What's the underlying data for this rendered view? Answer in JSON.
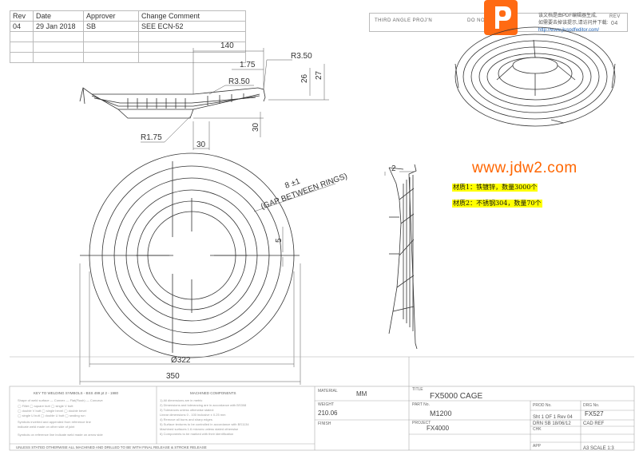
{
  "revision_table": {
    "headers": [
      "Rev",
      "Date",
      "Approver",
      "Change Comment"
    ],
    "row": [
      "04",
      "29 Jan 2018",
      "SB",
      "SEE ECN-52"
    ]
  },
  "projection_label": "THIRD ANGLE PROJ'N",
  "do_not_scale_label": "DO NOT SCALE",
  "corner_rev": "REV",
  "corner_rev_value": "04",
  "dims": {
    "d140": "140",
    "d175a": "1.75",
    "r350a": "R3.50",
    "r350b": "R3.50",
    "d26": "26",
    "d27": "27",
    "d30v": "30",
    "r175": "R1.75",
    "d30h": "30",
    "gap": "8 ±1",
    "gap_note": "(GAP BETWEEN RINGS)",
    "d5": "5",
    "d322": "Ø322",
    "d350": "350",
    "d2": "2"
  },
  "notes": {
    "material1": "材质1：铁镀锌，数量3000个",
    "material2": "材质2：不锈钢304，数量70个"
  },
  "watermark": "www.jdw2.com",
  "promo": {
    "line1": "该文档是由PDF编辑器生成,",
    "line2": "如需要去掉该提示,请访问并下载:",
    "url": "http://www.jiuspdfeditor.com/"
  },
  "title_block": {
    "weld_key_title": "KEY TO WELDING SYMBOLS - BSS 499 pt 2 - 1980",
    "machined_title": "MACHINED COMPONENTS",
    "material_label": "MATERIAL",
    "material_value": "MM",
    "weight_label": "WEIGHT",
    "weight_value": "210.06",
    "finish_label": "FINISH",
    "title_label": "TITLE",
    "title_value": "FX5000 CAGE",
    "part_label": "PART No.",
    "part_value": "M1200",
    "project_label": "PROJECT",
    "project_value": "FX4000",
    "prod_label": "PROD No.",
    "drg_label": "DRG No.",
    "drg_value": "FX527",
    "sheet_value": "Sht 1 OF 1  Rev 04",
    "drn_value": "DRN SB  18/06/12",
    "cad_value": "CAD REF",
    "chk_label": "CHK",
    "app_label": "APP",
    "scale_value": "A3  SCALE 1:3",
    "footer": "UNLESS STATED OTHERWISE ALL MACHINED AND DRILLED TO BE WITH FINAL RELEASE & STROKE RELEASE"
  }
}
